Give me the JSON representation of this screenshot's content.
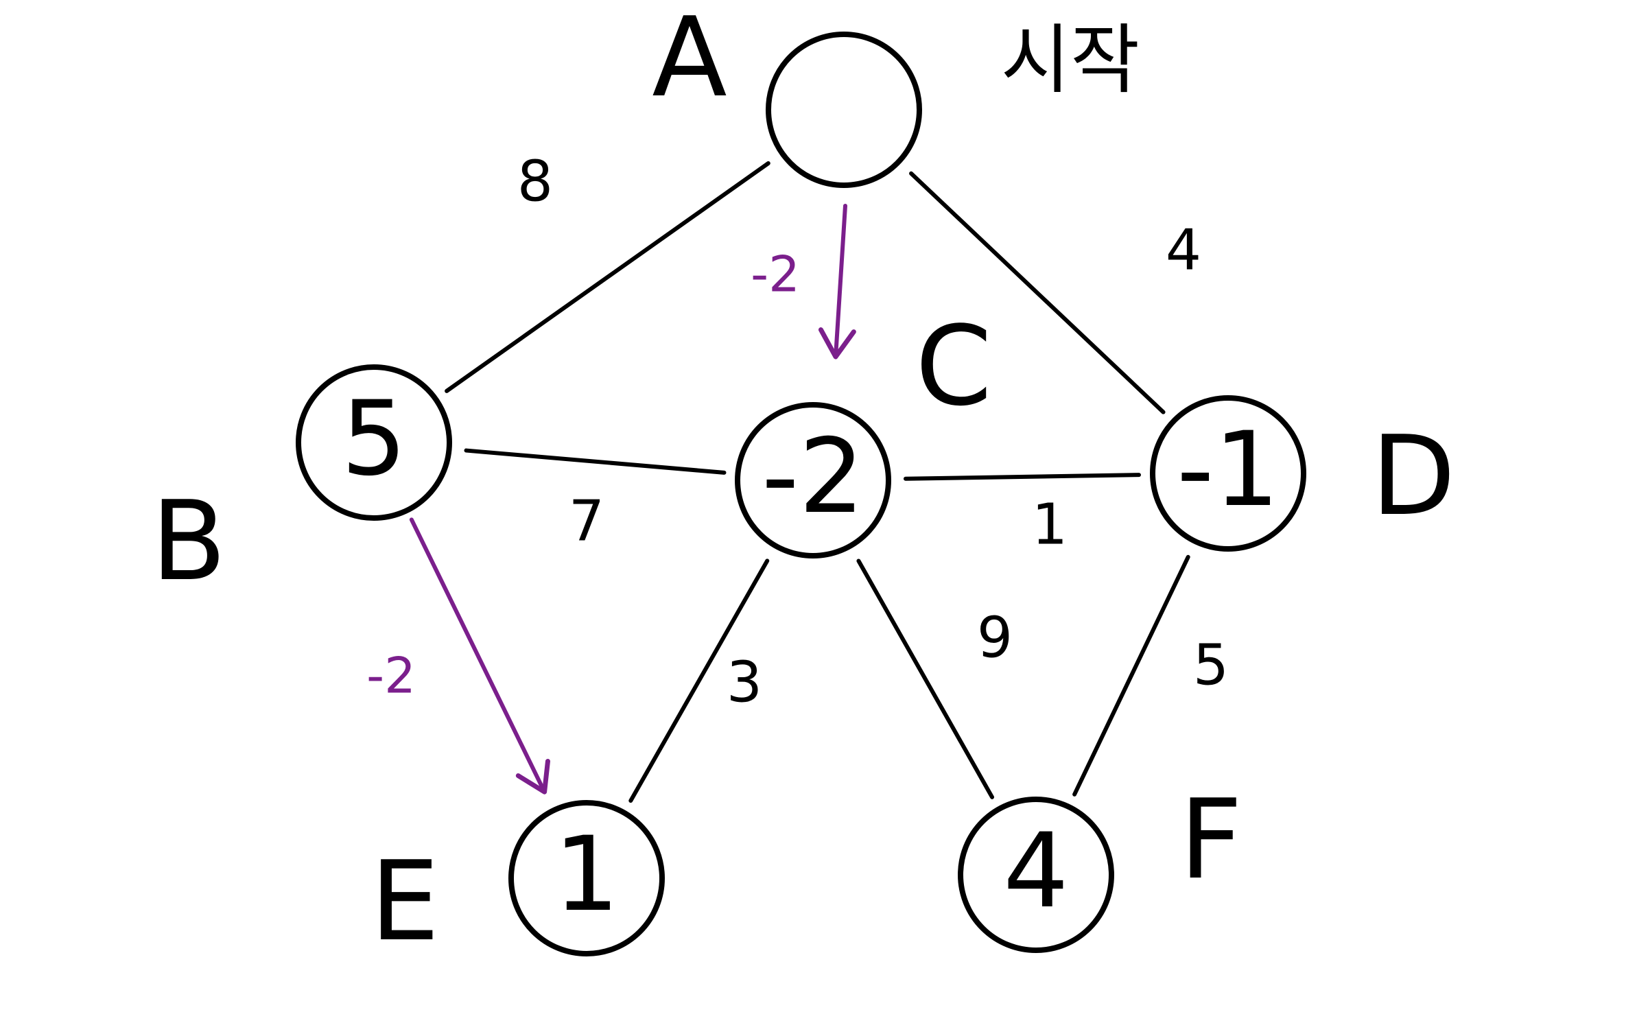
{
  "graph": {
    "nodes": [
      {
        "id": "A",
        "label": "A",
        "value": "",
        "note": "시작"
      },
      {
        "id": "B",
        "label": "B",
        "value": "5"
      },
      {
        "id": "C",
        "label": "C",
        "value": "-2"
      },
      {
        "id": "D",
        "label": "D",
        "value": "-1"
      },
      {
        "id": "E",
        "label": "E",
        "value": "1"
      },
      {
        "id": "F",
        "label": "F",
        "value": "4"
      }
    ],
    "edges": [
      {
        "id": "A-B",
        "from": "A",
        "to": "B",
        "weight": "8"
      },
      {
        "id": "A-D",
        "from": "A",
        "to": "D",
        "weight": "4"
      },
      {
        "id": "B-C",
        "from": "B",
        "to": "C",
        "weight": "7"
      },
      {
        "id": "C-D",
        "from": "C",
        "to": "D",
        "weight": "1"
      },
      {
        "id": "C-E",
        "from": "C",
        "to": "E",
        "weight": "3"
      },
      {
        "id": "C-F",
        "from": "C",
        "to": "F",
        "weight": "9"
      },
      {
        "id": "D-F",
        "from": "D",
        "to": "F",
        "weight": "5"
      }
    ],
    "arrows": [
      {
        "id": "A-C",
        "from": "A",
        "to": "C",
        "label": "-2"
      },
      {
        "id": "B-E",
        "from": "B",
        "to": "E",
        "label": "-2"
      }
    ]
  },
  "colors": {
    "ink": "#000000",
    "highlight": "#7b1f8c",
    "background": "#ffffff"
  }
}
